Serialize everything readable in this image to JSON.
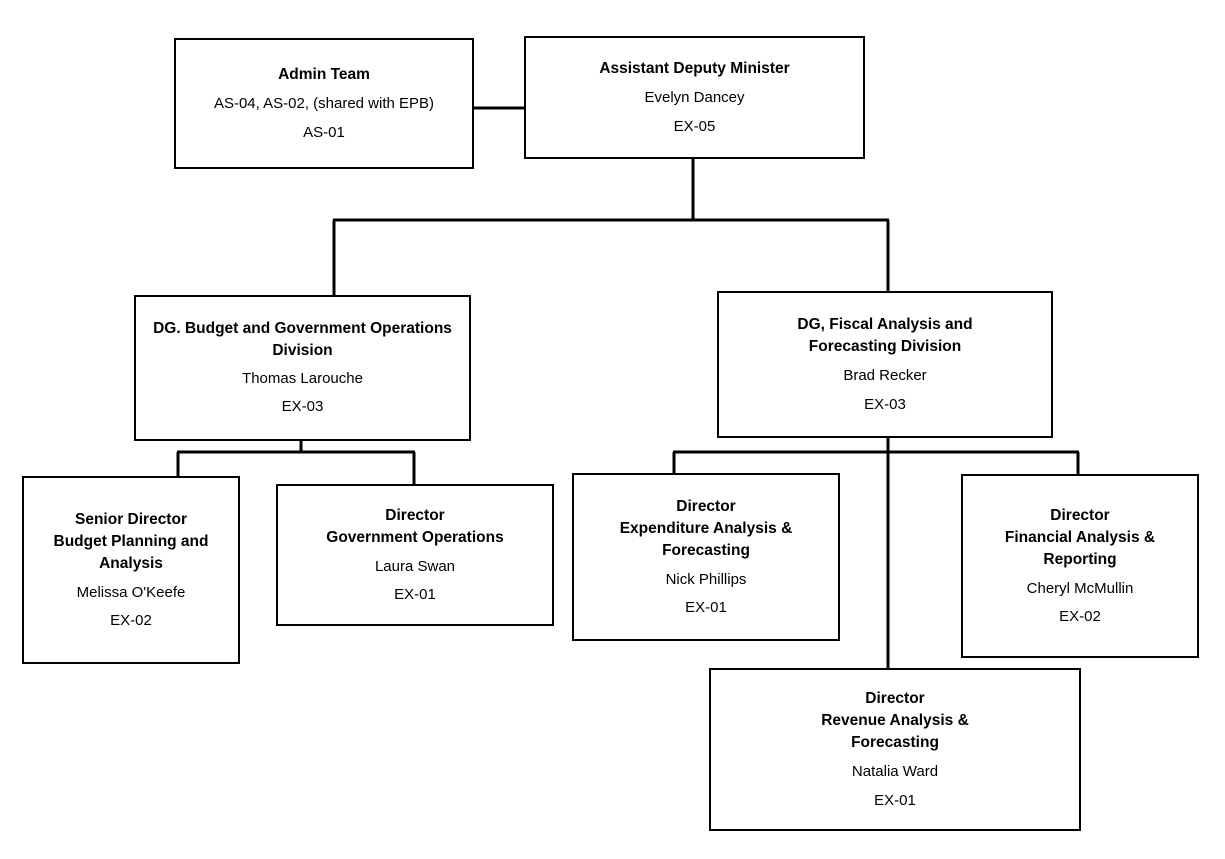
{
  "chart_data": {
    "type": "diagram",
    "diagram_type": "organization-chart",
    "title": "",
    "orientation": "top-down",
    "nodes": [
      {
        "id": "admin-team",
        "title": "Admin Team",
        "name": "AS-04, AS-02, (shared with EPB)",
        "level": "AS-01"
      },
      {
        "id": "adm",
        "title": "Assistant Deputy Minister",
        "name": "Evelyn Dancey",
        "level": "EX-05"
      },
      {
        "id": "dg-budget",
        "title": "DG. Budget and Government Operations Division",
        "name": "Thomas Larouche",
        "level": "EX-03"
      },
      {
        "id": "dg-fiscal",
        "title": "DG, Fiscal Analysis and Forecasting Division",
        "name": "Brad Recker",
        "level": "EX-03"
      },
      {
        "id": "senior-dir-budget",
        "title": "Senior Director Budget Planning and Analysis",
        "name": "Melissa O'Keefe",
        "level": "EX-02"
      },
      {
        "id": "dir-gov-ops",
        "title": "Director Government Operations",
        "name": "Laura Swan",
        "level": "EX-01"
      },
      {
        "id": "dir-expenditure",
        "title": "Director Expenditure Analysis & Forecasting",
        "name": "Nick Phillips",
        "level": "EX-01"
      },
      {
        "id": "dir-financial",
        "title": "Director Financial Analysis & Reporting",
        "name": "Cheryl McMullin",
        "level": "EX-02"
      },
      {
        "id": "dir-revenue",
        "title": "Director Revenue Analysis & Forecasting",
        "name": "Natalia Ward",
        "level": "EX-01"
      }
    ],
    "edges": [
      {
        "from": "adm",
        "to": "admin-team",
        "style": "lateral"
      },
      {
        "from": "adm",
        "to": "dg-budget",
        "style": "elbow"
      },
      {
        "from": "adm",
        "to": "dg-fiscal",
        "style": "elbow"
      },
      {
        "from": "dg-budget",
        "to": "senior-dir-budget",
        "style": "elbow"
      },
      {
        "from": "dg-budget",
        "to": "dir-gov-ops",
        "style": "elbow"
      },
      {
        "from": "dg-fiscal",
        "to": "dir-expenditure",
        "style": "elbow"
      },
      {
        "from": "dg-fiscal",
        "to": "dir-financial",
        "style": "elbow"
      },
      {
        "from": "dg-fiscal",
        "to": "dir-revenue",
        "style": "straight"
      }
    ],
    "colors": {
      "background": "#ffffff",
      "box_border": "#000000",
      "text": "#000000",
      "connector": "#000000"
    }
  },
  "nodes": {
    "admin_team": {
      "title": "Admin Team",
      "line2": "AS-04, AS-02, (shared with EPB)",
      "line3": "AS-01"
    },
    "adm": {
      "title": "Assistant Deputy Minister",
      "name": "Evelyn Dancey",
      "level": "EX-05"
    },
    "dg_budget": {
      "title_line1": "DG. Budget and Government Operations",
      "title_line2": "Division",
      "name": "Thomas Larouche",
      "level": "EX-03"
    },
    "dg_fiscal": {
      "title_line1": "DG, Fiscal Analysis and",
      "title_line2": "Forecasting Division",
      "name": "Brad Recker",
      "level": "EX-03"
    },
    "senior_dir_budget": {
      "title_line1": "Senior Director",
      "title_line2": "Budget Planning and",
      "title_line3": "Analysis",
      "name": "Melissa O'Keefe",
      "level": "EX-02"
    },
    "dir_gov_ops": {
      "title_line1": "Director",
      "title_line2": "Government Operations",
      "name": "Laura Swan",
      "level": "EX-01"
    },
    "dir_expenditure": {
      "title_line1": "Director",
      "title_line2": "Expenditure Analysis &",
      "title_line3": "Forecasting",
      "name": "Nick Phillips",
      "level": "EX-01"
    },
    "dir_financial": {
      "title_line1": "Director",
      "title_line2": "Financial Analysis &",
      "title_line3": "Reporting",
      "name": "Cheryl McMullin",
      "level": "EX-02"
    },
    "dir_revenue": {
      "title_line1": "Director",
      "title_line2": "Revenue Analysis &",
      "title_line3": "Forecasting",
      "name": "Natalia Ward",
      "level": "EX-01"
    }
  }
}
